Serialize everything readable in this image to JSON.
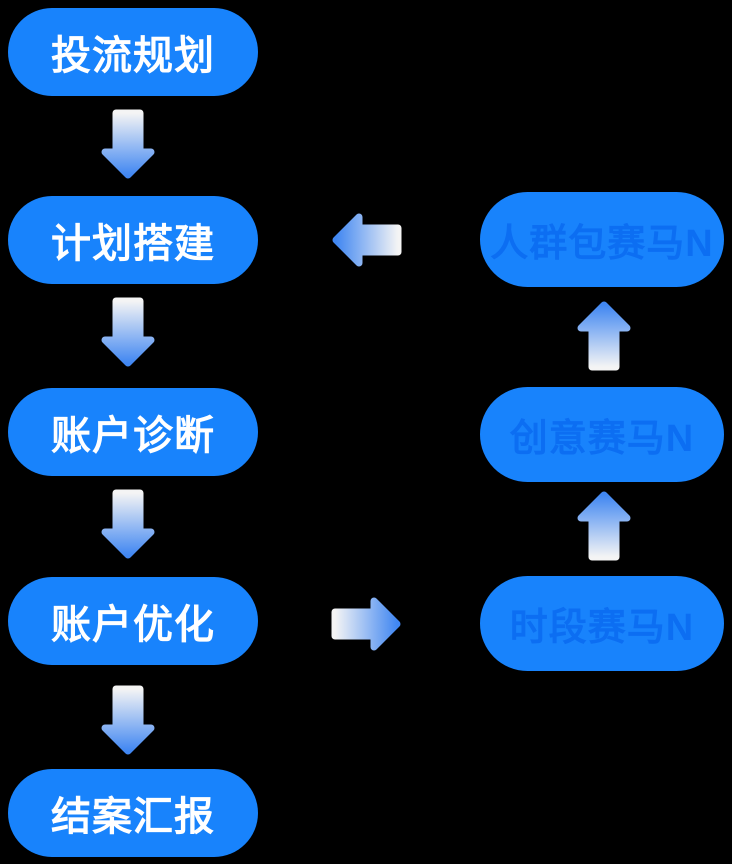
{
  "diagram": {
    "background_color": "#000000",
    "pill_color": "#1883FC",
    "left_text_color": "#FFFFFF",
    "right_text_color": "#0C6EF2",
    "arrow_gradient_light": "#F4F4F4",
    "arrow_gradient_blue": "#4187F2",
    "left_steps": [
      {
        "label": "投流规划"
      },
      {
        "label": "计划搭建"
      },
      {
        "label": "账户诊断"
      },
      {
        "label": "账户优化"
      },
      {
        "label": "结案汇报"
      }
    ],
    "right_steps": [
      {
        "label": "人群包赛马N"
      },
      {
        "label": "创意赛马N"
      },
      {
        "label": "时段赛马N"
      }
    ],
    "arrows": [
      {
        "direction": "down",
        "from": "投流规划",
        "to": "计划搭建"
      },
      {
        "direction": "down",
        "from": "计划搭建",
        "to": "账户诊断"
      },
      {
        "direction": "down",
        "from": "账户诊断",
        "to": "账户优化"
      },
      {
        "direction": "down",
        "from": "账户优化",
        "to": "结案汇报"
      },
      {
        "direction": "right",
        "from": "账户优化",
        "to": "时段赛马N"
      },
      {
        "direction": "up",
        "from": "时段赛马N",
        "to": "创意赛马N"
      },
      {
        "direction": "up",
        "from": "创意赛马N",
        "to": "人群包赛马N"
      },
      {
        "direction": "left",
        "from": "人群包赛马N",
        "to": "计划搭建"
      }
    ]
  }
}
